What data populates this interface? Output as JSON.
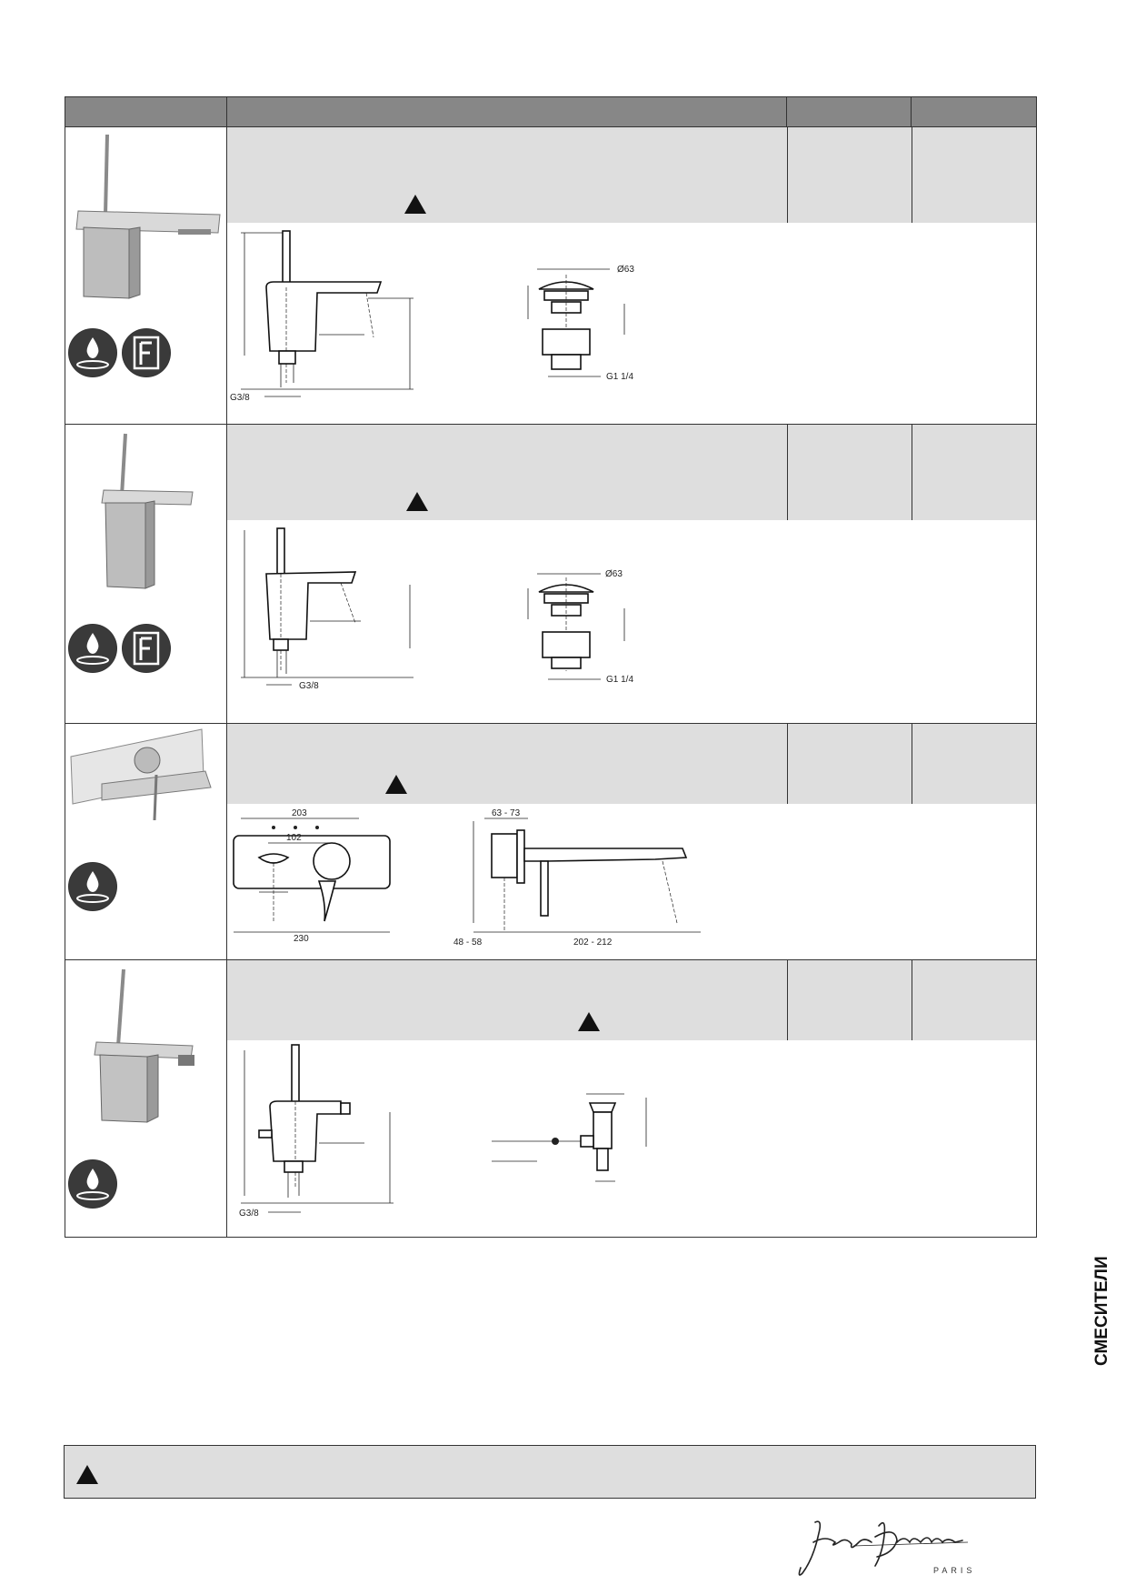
{
  "dimensions": {
    "row1": {
      "pop_diameter": "Ø63",
      "pop_thread": "G1 1/4",
      "inlet_thread": "G3/8"
    },
    "row2": {
      "pop_diameter": "Ø63",
      "pop_thread": "G1 1/4",
      "inlet_thread": "G3/8"
    },
    "row3": {
      "plate_width": "203",
      "spacing": "102",
      "total_width": "230",
      "depth_range": "63 - 73",
      "wall_range": "48 - 58",
      "spout_range": "202 - 212"
    },
    "row4": {
      "inlet_thread": "G3/8"
    }
  },
  "side_label": "СМЕСИТЕЛИ",
  "brand": {
    "logo_text": "Jacob Delafon",
    "logo_sub": "PARIS"
  }
}
